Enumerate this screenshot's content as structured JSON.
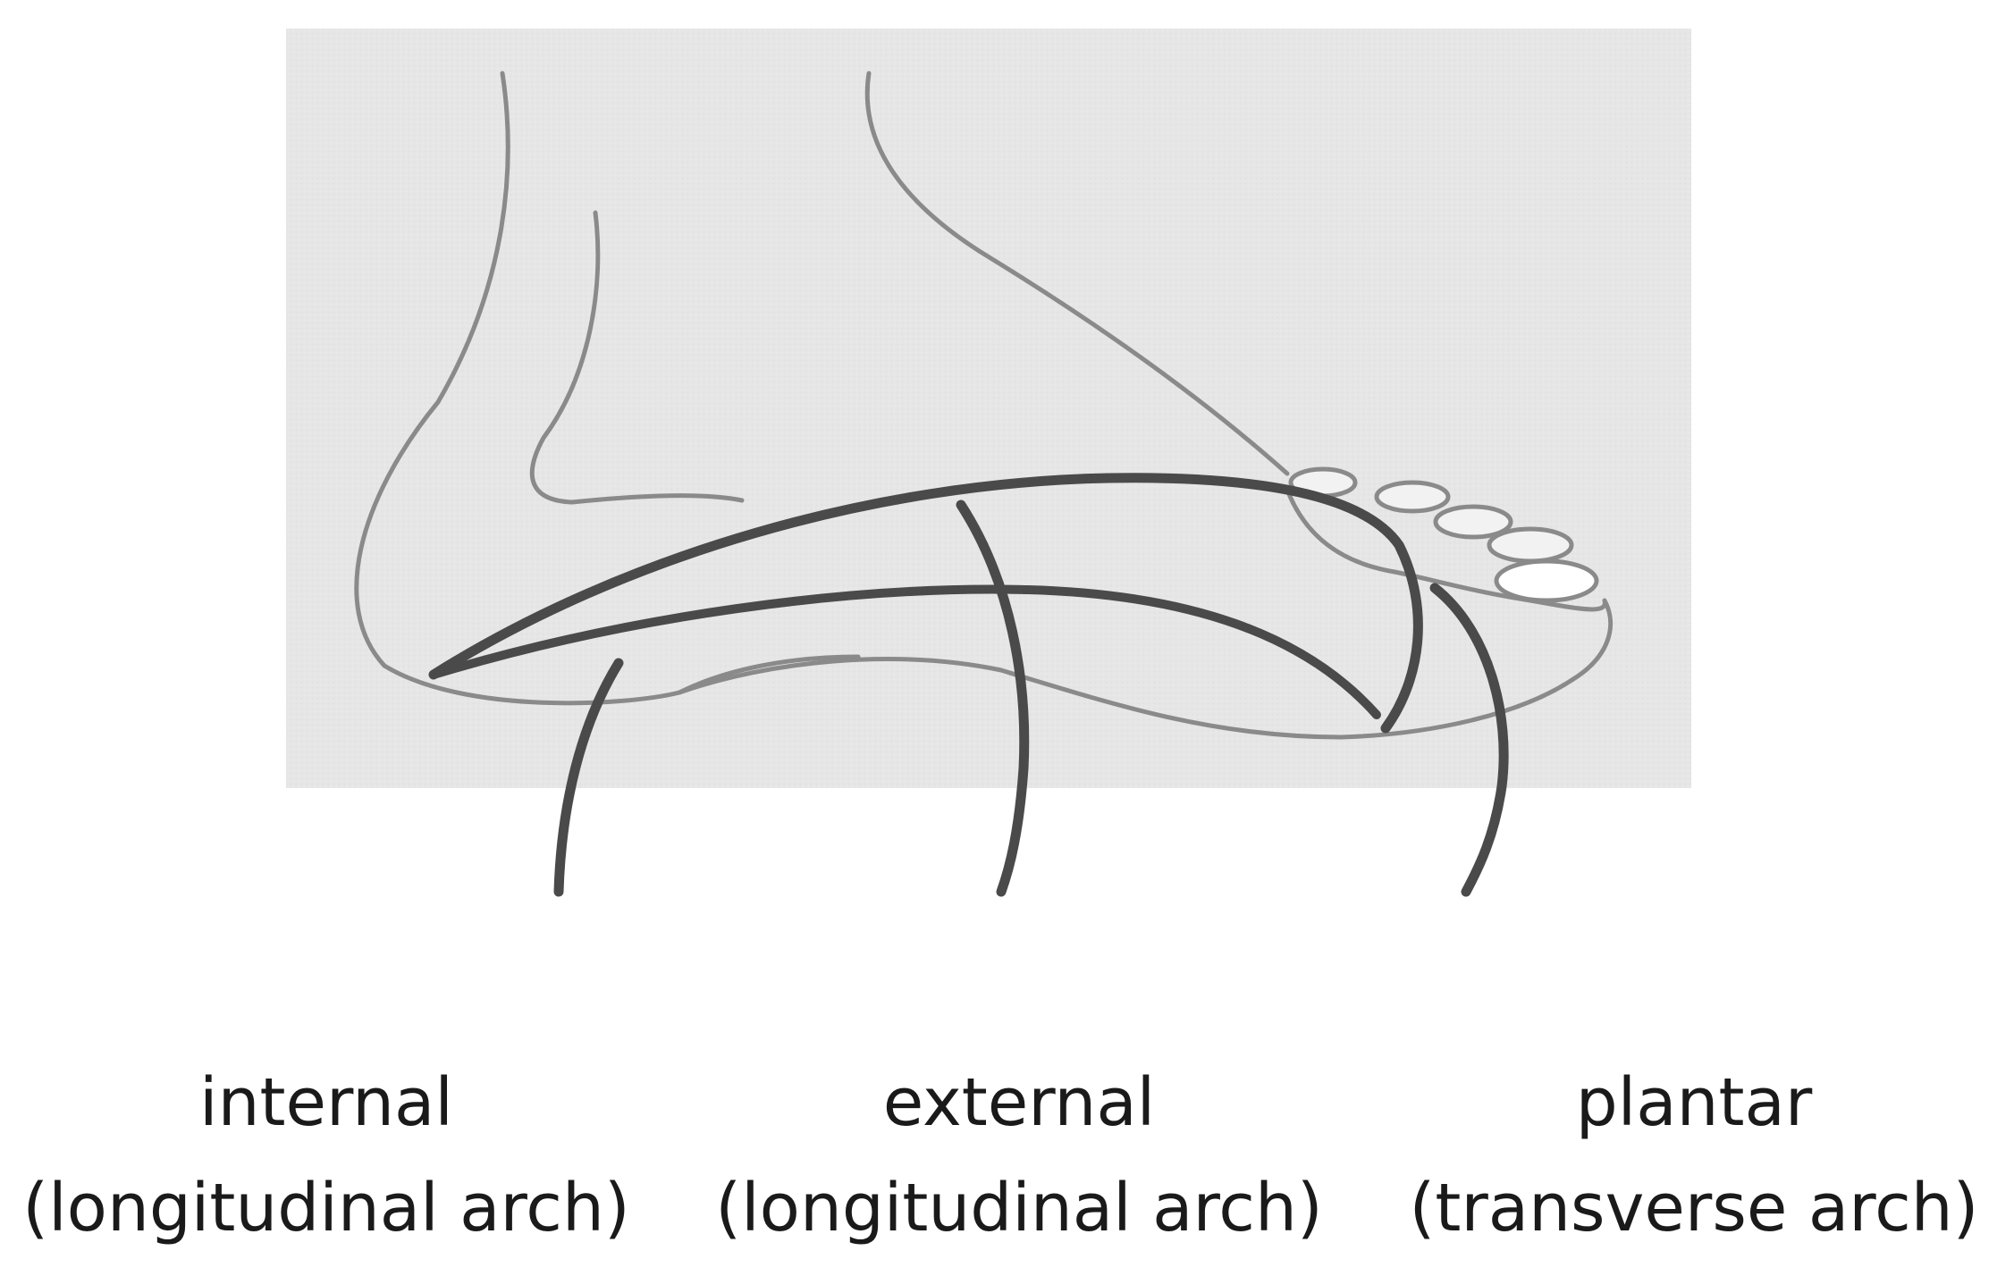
{
  "labels": [
    {
      "name": "internal",
      "subtitle": "(longitudinal arch)"
    },
    {
      "name": "external",
      "subtitle": "(longitudinal arch)"
    },
    {
      "name": "plantar",
      "subtitle": "(transverse arch)"
    }
  ],
  "colors": {
    "background": "#ffffff",
    "panel": "#e6e6e6",
    "outline": "#8a8a8a",
    "arch_line": "#4a4a4a",
    "text": "#1a1a1a"
  }
}
